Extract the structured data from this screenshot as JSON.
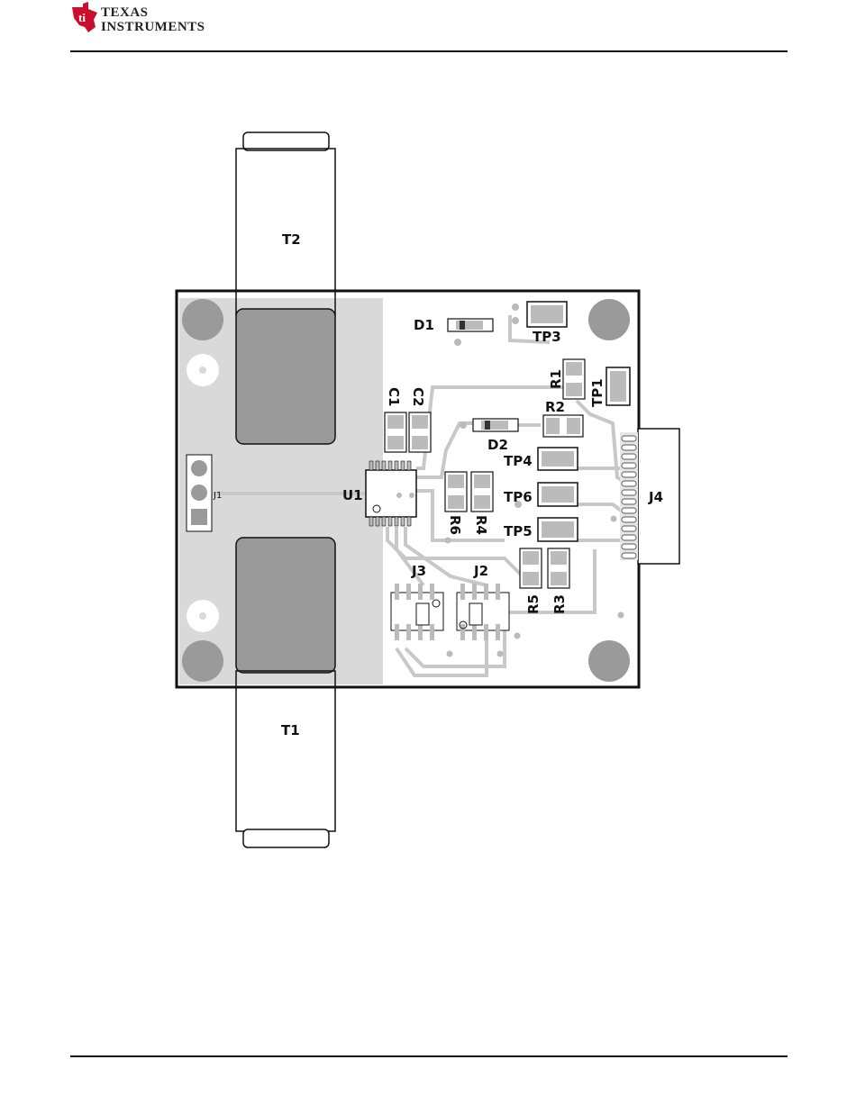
{
  "header": {
    "brand_line1": "TEXAS",
    "brand_line2": "INSTRUMENTS"
  },
  "board": {
    "components": {
      "T2": "T2",
      "T1": "T1",
      "D1": "D1",
      "D2": "D2",
      "TP1": "TP1",
      "TP3": "TP3",
      "TP4": "TP4",
      "TP5": "TP5",
      "TP6": "TP6",
      "R1": "R1",
      "R2": "R2",
      "R3": "R3",
      "R4": "R4",
      "R5": "R5",
      "R6": "R6",
      "C1": "C1",
      "C2": "C2",
      "U1": "U1",
      "J1": "J1",
      "J2": "J2",
      "J3": "J3",
      "J4": "J4"
    }
  },
  "colors": {
    "brand_red": "#c8102e",
    "board_outline": "#111111",
    "ground_plane": "#d9d9d9",
    "trace": "#c8c8c8",
    "transformer_core": "#9a9a9a"
  }
}
